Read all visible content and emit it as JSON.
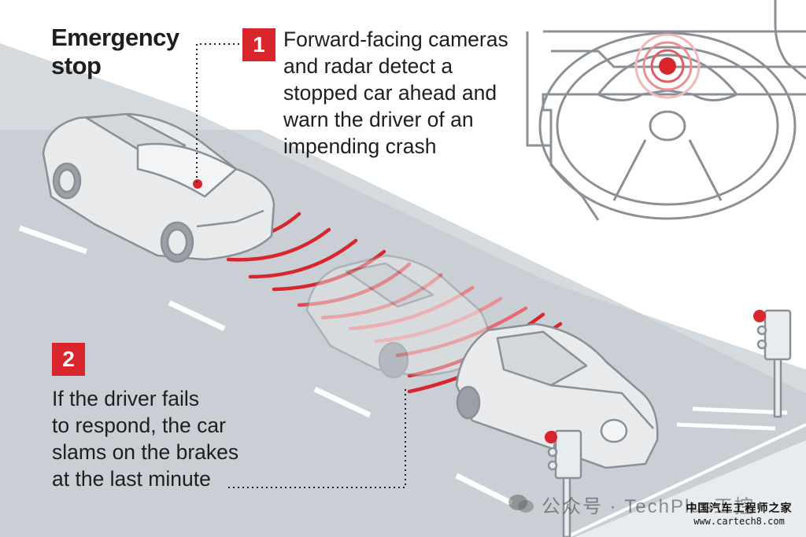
{
  "title": {
    "line1": "Emergency",
    "line2": "stop"
  },
  "step1": {
    "number": "1",
    "lines": [
      "Forward-facing cameras",
      "and radar detect a",
      "stopped car ahead and",
      "warn the driver of an",
      "impending crash"
    ]
  },
  "step2": {
    "number": "2",
    "lines": [
      "If the driver fails",
      "to respond, the car",
      "slams on the brakes",
      "at the last minute"
    ]
  },
  "watermark": {
    "text": "公众号 · TechPlus工控"
  },
  "corner_tag": {
    "name": "中国汽车工程师之家",
    "url": "www.cartech8.com"
  },
  "colors": {
    "accent": "#d8262c",
    "road": "#c9cfd4",
    "curb": "#e9ecee",
    "car_body": "#e8eaec",
    "car_outline": "#8a9096",
    "text": "#1e1e1e"
  }
}
